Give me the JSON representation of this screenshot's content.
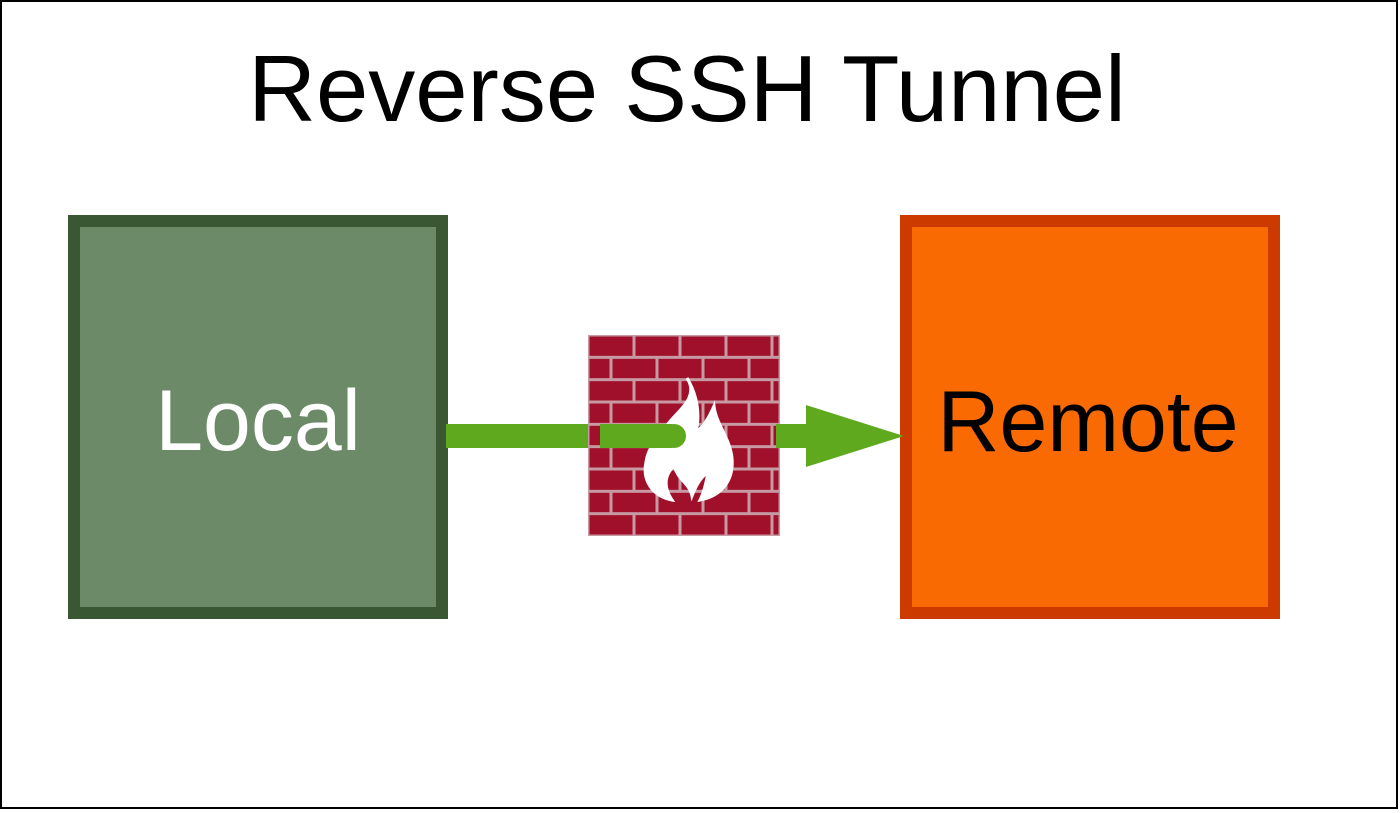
{
  "title": "Reverse SSH Tunnel",
  "nodes": {
    "local": {
      "label": "Local",
      "fill_color": "#6c8a68",
      "border_color": "#3a5733",
      "text_color": "#ffffff"
    },
    "remote": {
      "label": "Remote",
      "fill_color": "#f96a02",
      "border_color": "#cc3a00",
      "text_color": "#000000"
    }
  },
  "connection": {
    "from": "local",
    "to": "remote",
    "color": "#5ea91e",
    "passes_through": "firewall"
  },
  "firewall": {
    "icon": "firewall-icon",
    "brick_color": "#a0102a",
    "mortar_color": "#c79aa3",
    "flame_color": "#ffffff"
  },
  "colors": {
    "frame_border": "#000000",
    "background": "#ffffff"
  }
}
